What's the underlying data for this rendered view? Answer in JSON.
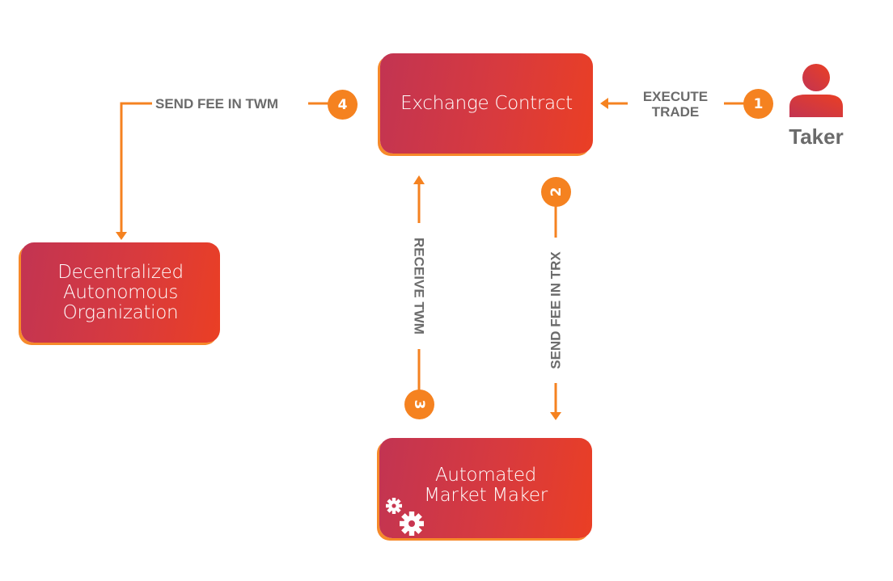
{
  "nodes": {
    "exchange_contract": {
      "lines": [
        "Exchange Contract"
      ]
    },
    "dao": {
      "lines": [
        "Decentralized",
        "Autonomous",
        "Organization"
      ]
    },
    "amm": {
      "lines": [
        "Automated",
        "Market Maker"
      ],
      "icon": "gears-icon"
    }
  },
  "actors": {
    "taker": {
      "label": "Taker",
      "icon": "user-icon"
    }
  },
  "steps": [
    {
      "number": "1",
      "label_lines": [
        "EXECUTE",
        "TRADE"
      ],
      "from": "Taker",
      "to": "Exchange Contract"
    },
    {
      "number": "2",
      "label_lines": [
        "SEND FEE IN TRX"
      ],
      "from": "Exchange Contract",
      "to": "Automated Market Maker"
    },
    {
      "number": "3",
      "label_lines": [
        "RECEIVE TWM"
      ],
      "from": "Automated Market Maker",
      "to": "Exchange Contract"
    },
    {
      "number": "4",
      "label_lines": [
        "SEND FEE IN TWM"
      ],
      "from": "Exchange Contract",
      "to": "Decentralized Autonomous Organization"
    }
  ],
  "colors": {
    "accent": "#f58220",
    "node_gradient_start": "#c23452",
    "node_gradient_end": "#ea3f24",
    "label_text": "#6b6b6b"
  }
}
